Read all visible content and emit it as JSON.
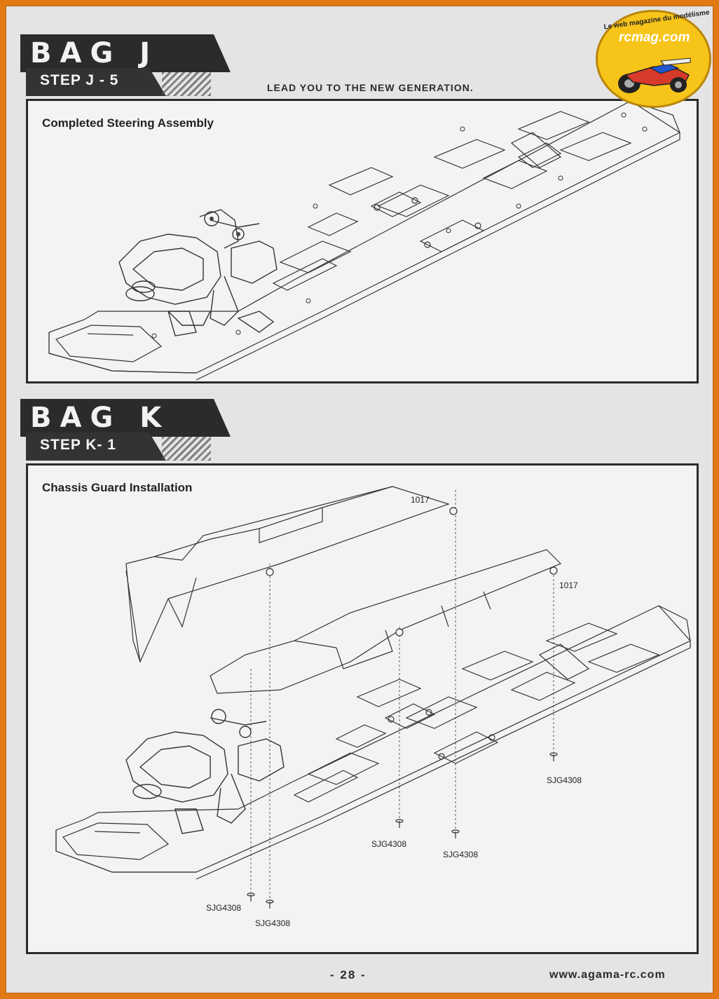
{
  "header": {
    "bag_j": "BAG J",
    "slogan": "LEAD YOU TO THE NEW GENERATION."
  },
  "step_j5": {
    "step_label": "STEP J - 5",
    "title": "Completed Steering Assembly"
  },
  "bag_k": {
    "bag_label": "BAG K",
    "step_label": "STEP K- 1",
    "title": "Chassis Guard Installation",
    "callouts": {
      "guard_left": "1017",
      "guard_right": "1017",
      "screw_1": "SJG4308",
      "screw_2": "SJG4308",
      "screw_3": "SJG4308",
      "screw_4": "SJG4308",
      "screw_5": "SJG4308"
    }
  },
  "logo": {
    "arc_text": "Le web magazine du modélisme",
    "brand": "rcmag.com"
  },
  "footer": {
    "page_number": "- 28 -",
    "url": "www.agama-rc.com"
  },
  "colors": {
    "border_orange": "#e27a14",
    "banner_dark": "#2b2b2b",
    "page_bg": "#e4e4e4",
    "panel_bg": "#f3f3f3",
    "logo_yellow": "#f7c419"
  }
}
